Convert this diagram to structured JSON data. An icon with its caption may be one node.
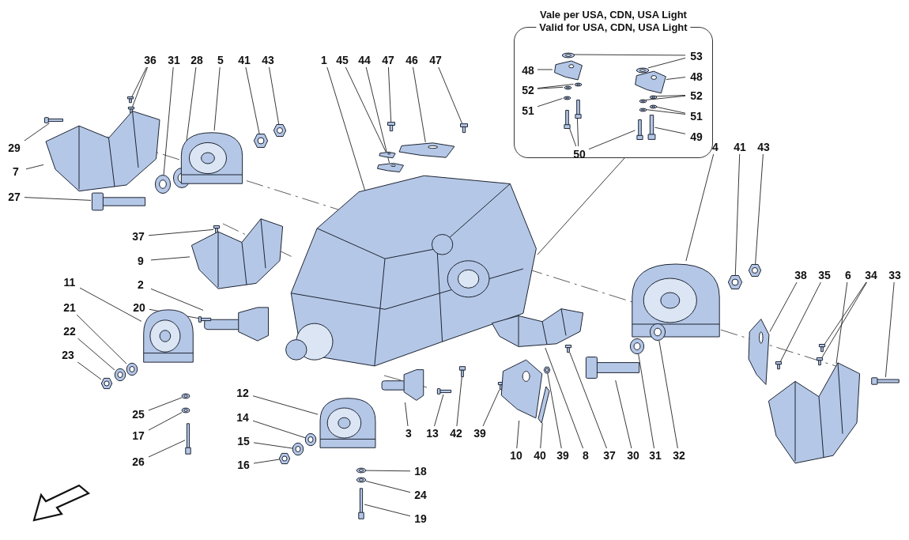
{
  "diagram": {
    "nodes": [
      {
        "text": [
          "Vale per USA, CDN, USA Light",
          "Valid for USA, CDN, USA Light"
        ]
      },
      {
        "text": [
          "53"
        ],
        "in": 0
      },
      {
        "text": [
          "48"
        ],
        "in": 0
      },
      {
        "text": [
          "48"
        ],
        "in": 0
      },
      {
        "text": [
          "52"
        ],
        "in": 0
      },
      {
        "text": [
          "52"
        ],
        "in": 0
      },
      {
        "text": [
          "51"
        ],
        "in": 0
      },
      {
        "text": [
          "51"
        ],
        "in": 0
      },
      {
        "text": [
          "50"
        ],
        "in": 0
      },
      {
        "text": [
          "49"
        ],
        "in": 0
      },
      {
        "text": [],
        "shape": "picture",
        "in": 0
      },
      {
        "text": [],
        "shape": "picture",
        "in": 0
      },
      {
        "text": [],
        "shape": "picture",
        "in": 0
      },
      {
        "text": [],
        "shape": "picture",
        "in": 0
      },
      {
        "text": [],
        "shape": "picture",
        "in": 0
      },
      {
        "text": [],
        "shape": "picture",
        "in": 0
      },
      {
        "text": [],
        "shape": "picture",
        "in": 0
      },
      {
        "text": [],
        "shape": "picture",
        "in": 0
      },
      {
        "text": [],
        "shape": "picture",
        "in": 0
      },
      {
        "text": [],
        "shape": "picture",
        "in": 0
      },
      {
        "text": [],
        "shape": "picture",
        "in": 0
      },
      {
        "text": [],
        "shape": "picture",
        "in": 0
      },
      {
        "text": [],
        "shape": "picture",
        "in": 0
      },
      {
        "text": [],
        "shape": "picture",
        "in": 0
      },
      {
        "text": [],
        "shape": "picture",
        "in": 0
      },
      {
        "text": [
          "36"
        ]
      },
      {
        "text": [
          "31"
        ]
      },
      {
        "text": [
          "28"
        ]
      },
      {
        "text": [
          "5"
        ]
      },
      {
        "text": [
          "41"
        ]
      },
      {
        "text": [
          "43"
        ]
      },
      {
        "text": [
          "1"
        ]
      },
      {
        "text": [
          "45"
        ]
      },
      {
        "text": [
          "44"
        ]
      },
      {
        "text": [
          "47"
        ]
      },
      {
        "text": [
          "46"
        ]
      },
      {
        "text": [
          "47"
        ]
      },
      {
        "text": [
          "29"
        ]
      },
      {
        "text": [
          "7"
        ]
      },
      {
        "text": [
          "27"
        ]
      },
      {
        "text": [
          "4"
        ]
      },
      {
        "text": [
          "41"
        ]
      },
      {
        "text": [
          "43"
        ]
      },
      {
        "text": [
          "37"
        ]
      },
      {
        "text": [
          "9"
        ]
      },
      {
        "text": [
          "11"
        ]
      },
      {
        "text": [
          "2"
        ]
      },
      {
        "text": [
          "38"
        ]
      },
      {
        "text": [
          "35"
        ]
      },
      {
        "text": [
          "6"
        ]
      },
      {
        "text": [
          "34"
        ]
      },
      {
        "text": [
          "33"
        ]
      },
      {
        "text": [
          "21"
        ]
      },
      {
        "text": [
          "20"
        ]
      },
      {
        "text": [
          "22"
        ]
      },
      {
        "text": [
          "23"
        ]
      },
      {
        "text": [
          "12"
        ]
      },
      {
        "text": [
          "25"
        ]
      },
      {
        "text": [
          "14"
        ]
      },
      {
        "text": [
          "3"
        ]
      },
      {
        "text": [
          "13"
        ]
      },
      {
        "text": [
          "42"
        ]
      },
      {
        "text": [
          "39"
        ]
      },
      {
        "text": [
          "17"
        ]
      },
      {
        "text": [
          "15"
        ]
      },
      {
        "text": [
          "10"
        ]
      },
      {
        "text": [
          "40"
        ]
      },
      {
        "text": [
          "39"
        ]
      },
      {
        "text": [
          "8"
        ]
      },
      {
        "text": [
          "37"
        ]
      },
      {
        "text": [
          "30"
        ]
      },
      {
        "text": [
          "31"
        ]
      },
      {
        "text": [
          "32"
        ]
      },
      {
        "text": [
          "26"
        ]
      },
      {
        "text": [
          "16"
        ]
      },
      {
        "text": [
          "18"
        ]
      },
      {
        "text": [
          "24"
        ]
      },
      {
        "text": [
          "19"
        ]
      },
      {
        "text": [],
        "shape": "picture"
      },
      {
        "text": [],
        "shape": "picture"
      },
      {
        "text": [],
        "shape": "picture"
      },
      {
        "text": [],
        "shape": "picture"
      },
      {
        "text": [],
        "shape": "picture"
      },
      {
        "text": [],
        "shape": "picture"
      },
      {
        "text": [],
        "shape": "picture"
      },
      {
        "text": [],
        "shape": "picture"
      },
      {
        "text": [],
        "shape": "picture"
      },
      {
        "text": [],
        "shape": "picture"
      },
      {
        "text": [],
        "shape": "picture"
      },
      {
        "text": [],
        "shape": "picture"
      },
      {
        "text": [],
        "shape": "picture"
      },
      {
        "text": [],
        "shape": "picture"
      },
      {
        "text": [],
        "shape": "picture"
      },
      {
        "text": [],
        "shape": "picture"
      },
      {
        "text": [],
        "shape": "picture"
      },
      {
        "text": [],
        "shape": "picture"
      },
      {
        "text": [],
        "shape": "picture"
      },
      {
        "text": [],
        "shape": "picture"
      },
      {
        "text": [],
        "shape": "picture"
      },
      {
        "text": [],
        "shape": "picture"
      },
      {
        "text": [],
        "shape": "picture"
      },
      {
        "text": [],
        "shape": "picture"
      },
      {
        "text": [],
        "shape": "picture"
      },
      {
        "text": [],
        "shape": "picture"
      },
      {
        "text": [],
        "shape": "picture"
      },
      {
        "text": [],
        "shape": "picture"
      },
      {
        "text": [],
        "shape": "picture"
      },
      {
        "text": [],
        "shape": "picture"
      },
      {
        "text": [],
        "shape": "picture"
      },
      {
        "text": [],
        "shape": "picture"
      },
      {
        "text": [],
        "shape": "picture"
      },
      {
        "text": [],
        "shape": "picture"
      },
      {
        "text": [],
        "shape": "picture"
      },
      {
        "text": [],
        "shape": "picture"
      },
      {
        "text": [],
        "shape": "picture"
      },
      {
        "text": [],
        "shape": "picture"
      },
      {
        "text": [],
        "shape": "picture"
      },
      {
        "text": [],
        "shape": "picture"
      },
      {
        "text": [],
        "shape": "picture"
      },
      {
        "text": [],
        "shape": "picture"
      },
      {
        "text": [],
        "shape": "picture"
      },
      {
        "text": [],
        "shape": "picture"
      },
      {
        "text": [],
        "shape": "picture"
      },
      {
        "text": [],
        "shape": "picture"
      },
      {
        "text": [],
        "shape": "picture"
      },
      {
        "text": [],
        "shape": "picture"
      },
      {
        "text": [],
        "shape": "picture"
      },
      {
        "text": [],
        "shape": "picture"
      },
      {
        "text": [],
        "shape": "picture"
      },
      {
        "text": [],
        "shape": "picture"
      },
      {
        "text": [],
        "shape": "picture"
      },
      {
        "text": [],
        "shape": "picture"
      },
      {
        "text": [],
        "shape": "picture"
      }
    ],
    "edges": [
      {
        "from": 1,
        "to": 10,
        "arrow": "none"
      },
      {
        "from": 1,
        "to": 12,
        "arrow": "none"
      },
      {
        "from": 2,
        "to": 11,
        "arrow": "none"
      },
      {
        "from": 3,
        "to": 13,
        "arrow": "none"
      },
      {
        "from": 4,
        "to": 14,
        "arrow": "none"
      },
      {
        "from": 4,
        "to": 15,
        "arrow": "none"
      },
      {
        "from": 5,
        "to": 17,
        "arrow": "none"
      },
      {
        "from": 5,
        "to": 18,
        "arrow": "none"
      },
      {
        "from": 6,
        "to": 16,
        "arrow": "none"
      },
      {
        "from": 7,
        "to": 19,
        "arrow": "none"
      },
      {
        "from": 7,
        "to": 20,
        "arrow": "none"
      },
      {
        "from": 8,
        "to": 21,
        "arrow": "none"
      },
      {
        "from": 8,
        "to": 22,
        "arrow": "none"
      },
      {
        "from": 8,
        "to": 23,
        "arrow": "none"
      },
      {
        "from": 9,
        "to": 24,
        "arrow": "none"
      },
      {
        "from": 0,
        "to": 85,
        "arrow": "none"
      },
      {
        "from": 25,
        "to": 78,
        "arrow": "none"
      },
      {
        "from": 25,
        "to": 79,
        "arrow": "none"
      },
      {
        "from": 26,
        "to": 80,
        "arrow": "none"
      },
      {
        "from": 27,
        "to": 81,
        "arrow": "none"
      },
      {
        "from": 28,
        "to": 82,
        "arrow": "none"
      },
      {
        "from": 29,
        "to": 83,
        "arrow": "none"
      },
      {
        "from": 30,
        "to": 84,
        "arrow": "none"
      },
      {
        "from": 31,
        "to": 85,
        "arrow": "none"
      },
      {
        "from": 32,
        "to": 86,
        "arrow": "none"
      },
      {
        "from": 33,
        "to": 87,
        "arrow": "none"
      },
      {
        "from": 34,
        "to": 88,
        "arrow": "none"
      },
      {
        "from": 35,
        "to": 89,
        "arrow": "none"
      },
      {
        "from": 36,
        "to": 90,
        "arrow": "none"
      },
      {
        "from": 37,
        "to": 91,
        "arrow": "none"
      },
      {
        "from": 38,
        "to": 92,
        "arrow": "none"
      },
      {
        "from": 39,
        "to": 93,
        "arrow": "none"
      },
      {
        "from": 40,
        "to": 94,
        "arrow": "none"
      },
      {
        "from": 41,
        "to": 95,
        "arrow": "none"
      },
      {
        "from": 42,
        "to": 96,
        "arrow": "none"
      },
      {
        "from": 43,
        "to": 97,
        "arrow": "none"
      },
      {
        "from": 44,
        "to": 98,
        "arrow": "none"
      },
      {
        "from": 45,
        "to": 99,
        "arrow": "none"
      },
      {
        "from": 46,
        "to": 100,
        "arrow": "none"
      },
      {
        "from": 47,
        "to": 101,
        "arrow": "none"
      },
      {
        "from": 48,
        "to": 102,
        "arrow": "none"
      },
      {
        "from": 49,
        "to": 103,
        "arrow": "none"
      },
      {
        "from": 50,
        "to": 104,
        "arrow": "none"
      },
      {
        "from": 50,
        "to": 105,
        "arrow": "none"
      },
      {
        "from": 51,
        "to": 106,
        "arrow": "none"
      },
      {
        "from": 52,
        "to": 107,
        "arrow": "none"
      },
      {
        "from": 53,
        "to": 108,
        "arrow": "none"
      },
      {
        "from": 54,
        "to": 109,
        "arrow": "none"
      },
      {
        "from": 55,
        "to": 110,
        "arrow": "none"
      },
      {
        "from": 56,
        "to": 111,
        "arrow": "none"
      },
      {
        "from": 57,
        "to": 112,
        "arrow": "none"
      },
      {
        "from": 58,
        "to": 113,
        "arrow": "none"
      },
      {
        "from": 59,
        "to": 114,
        "arrow": "none"
      },
      {
        "from": 60,
        "to": 115,
        "arrow": "none"
      },
      {
        "from": 61,
        "to": 116,
        "arrow": "none"
      },
      {
        "from": 62,
        "to": 117,
        "arrow": "none"
      },
      {
        "from": 63,
        "to": 118,
        "arrow": "none"
      },
      {
        "from": 64,
        "to": 119,
        "arrow": "none"
      },
      {
        "from": 65,
        "to": 120,
        "arrow": "none"
      },
      {
        "from": 66,
        "to": 121,
        "arrow": "none"
      },
      {
        "from": 67,
        "to": 122,
        "arrow": "none"
      },
      {
        "from": 68,
        "to": 123,
        "arrow": "none"
      },
      {
        "from": 69,
        "to": 124,
        "arrow": "none"
      },
      {
        "from": 70,
        "to": 125,
        "arrow": "none"
      },
      {
        "from": 71,
        "to": 126,
        "arrow": "none"
      },
      {
        "from": 72,
        "to": 127,
        "arrow": "none"
      },
      {
        "from": 73,
        "to": 128,
        "arrow": "none"
      },
      {
        "from": 74,
        "to": 129,
        "arrow": "none"
      },
      {
        "from": 75,
        "to": 130,
        "arrow": "none"
      },
      {
        "from": 76,
        "to": 131,
        "arrow": "none"
      },
      {
        "from": 77,
        "to": 132,
        "arrow": "none"
      }
    ]
  }
}
